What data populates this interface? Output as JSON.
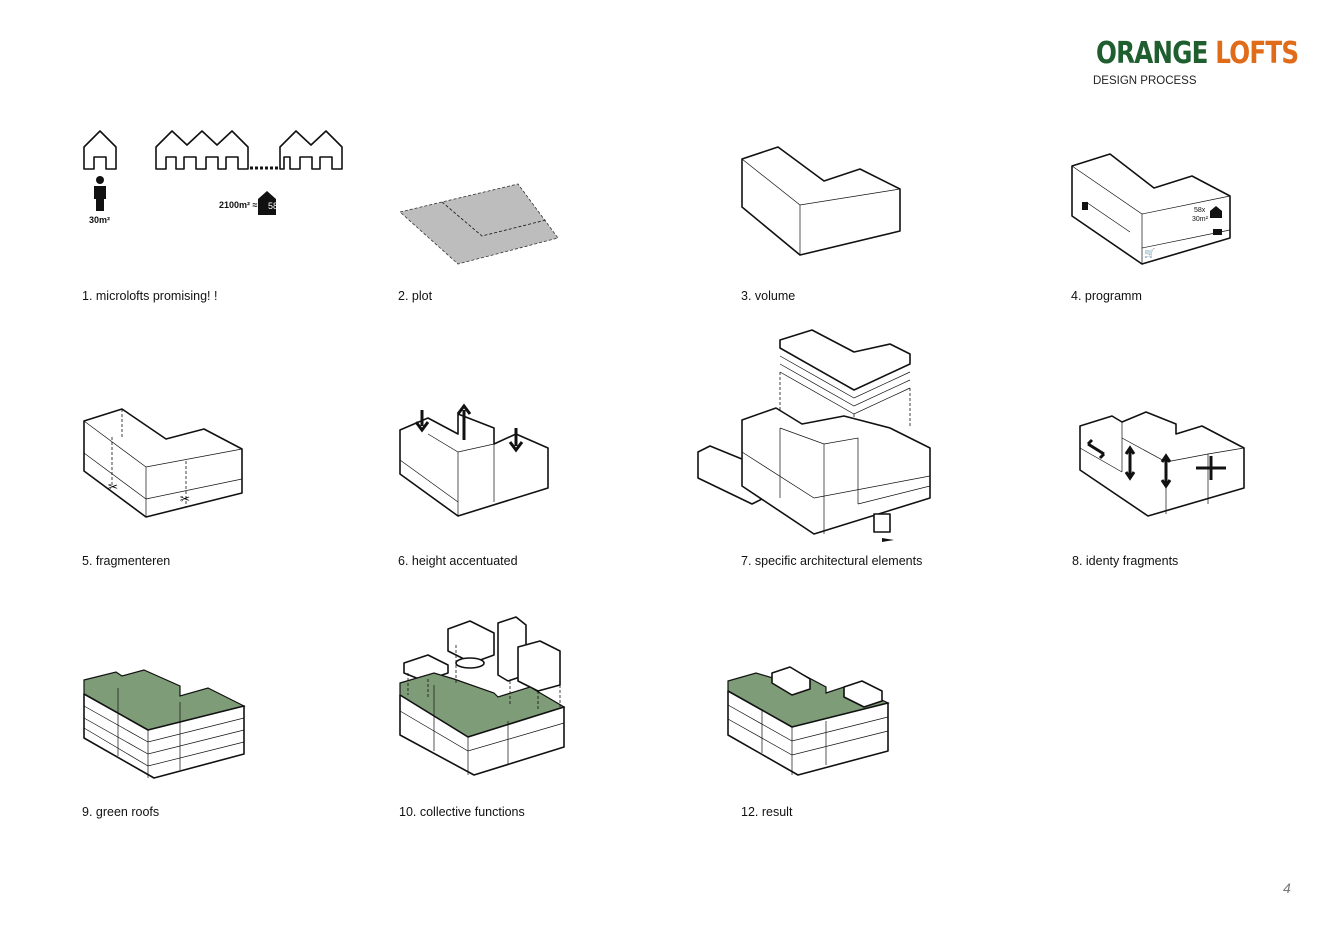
{
  "header": {
    "logo_part1": "ORANGE",
    "logo_part2": "LOFTS",
    "subtitle": "DESIGN PROCESS",
    "colors": {
      "green": "#1f5e2e",
      "orange": "#e06c1a",
      "roof_green": "#7f9c78"
    }
  },
  "steps": [
    {
      "caption": "1. microlofts promising! !",
      "person_area": "30m²",
      "plot_area": "2100m² ≈",
      "units": "58"
    },
    {
      "caption": "2. plot"
    },
    {
      "caption": "3. volume"
    },
    {
      "caption": "4. programm",
      "units_label": "58x",
      "unit_area": "30m²"
    },
    {
      "caption": "5. fragmenteren"
    },
    {
      "caption": "6. height accentuated"
    },
    {
      "caption": "7. specific architectural elements"
    },
    {
      "caption": "8. identy fragments"
    },
    {
      "caption": "9. green roofs"
    },
    {
      "caption": "10. collective functions"
    },
    {
      "caption": "12. result"
    }
  ],
  "page_number": "4"
}
